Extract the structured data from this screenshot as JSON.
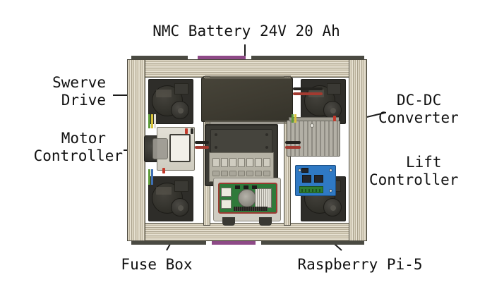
{
  "diagram": {
    "title": "NMC Battery 24V 20 Ah",
    "subject": "robot-chassis-top-view",
    "background_color": "#ffffff",
    "text_color": "#111111"
  },
  "labels": {
    "battery": "NMC Battery 24V 20 Ah",
    "swerve_drive_line1": "Swerve",
    "swerve_drive_line2": "Drive",
    "motor_controller_line1": "Motor",
    "motor_controller_line2": "Controller",
    "dcdc_converter_line1": "DC-DC",
    "dcdc_converter_line2": "Converter",
    "lift_controller_line1": "Lift",
    "lift_controller_line2": "Controller",
    "fuse_box": "Fuse Box",
    "raspberry_pi": "Raspberry Pi-5"
  },
  "components": {
    "battery": {
      "name": "NMC Battery",
      "voltage": "24V",
      "capacity": "20 Ah",
      "color": "#3e3b31"
    },
    "swerve_drive": {
      "name": "Swerve Drive",
      "count": 4,
      "color": "#2e2d29"
    },
    "motor_controller": {
      "name": "Motor Controller",
      "color": "#cfccc0"
    },
    "dcdc_converter": {
      "name": "DC-DC Converter",
      "color": "#9d9a90"
    },
    "lift_controller": {
      "name": "Lift Controller",
      "color": "#2f79c4"
    },
    "fuse_box": {
      "name": "Fuse Box",
      "color": "#b5b2a5"
    },
    "raspberry_pi": {
      "name": "Raspberry Pi-5",
      "color": "#2f7a3a"
    },
    "chassis_frame": {
      "name": "Aluminium Extrusion Frame",
      "color": "#d9d2bf"
    },
    "accent_strip": {
      "color": "#8e4a87"
    }
  }
}
